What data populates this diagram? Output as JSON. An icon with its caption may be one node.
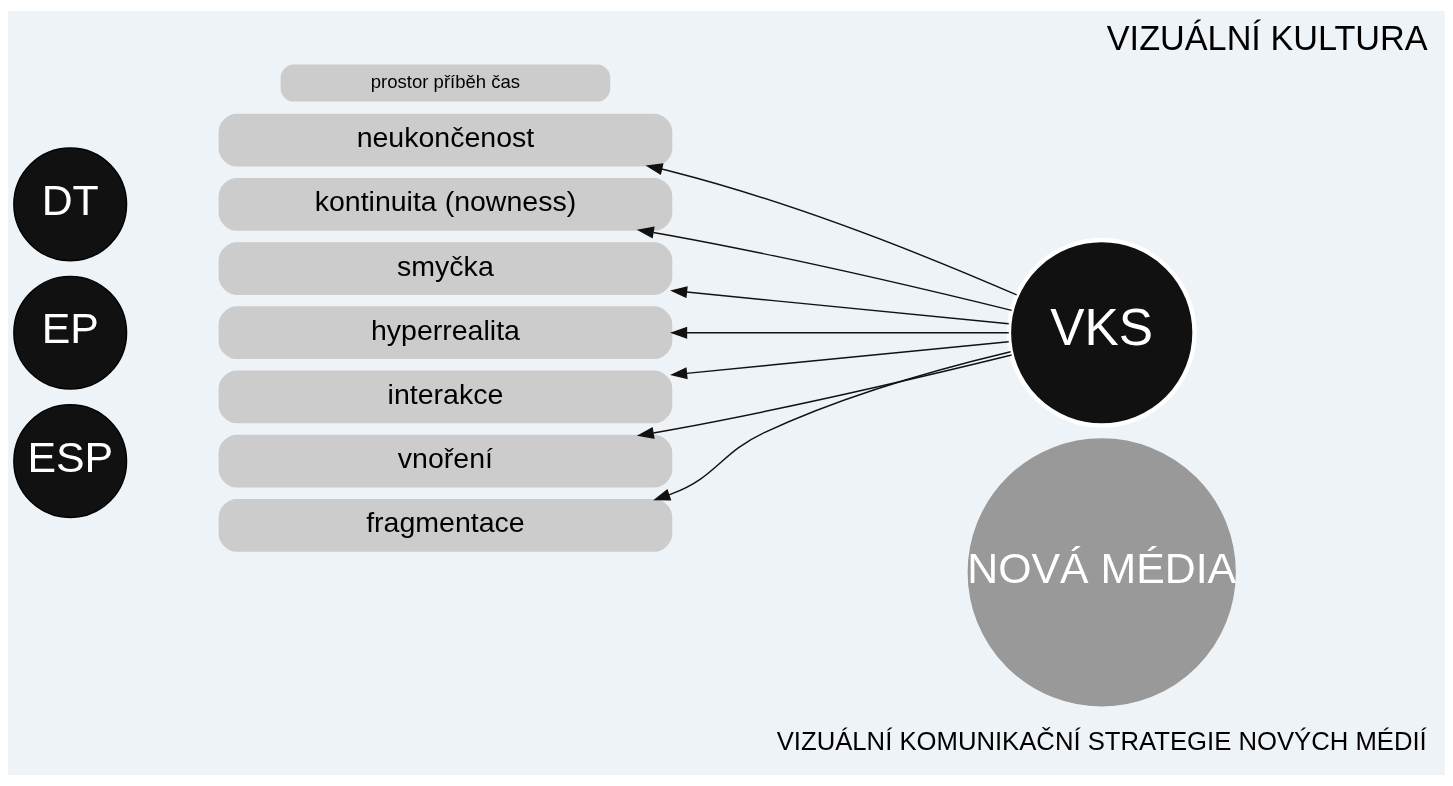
{
  "diagram": {
    "title": "VIZUÁLNÍ KULTURA",
    "caption": "VIZUÁLNÍ KOMUNIKAČNÍ STRATEGIE NOVÝCH MÉDIÍ",
    "nodes": [
      {
        "text": [
          "DT"
        ]
      },
      {
        "text": [
          "EP"
        ]
      },
      {
        "text": [
          "ESP"
        ]
      },
      {
        "text": [
          "prostor příběh čas"
        ]
      },
      {
        "text": [
          "neukončenost"
        ]
      },
      {
        "text": [
          "kontinuita (nowness)"
        ]
      },
      {
        "text": [
          "smyčka"
        ]
      },
      {
        "text": [
          "hyperrealita"
        ]
      },
      {
        "text": [
          "interakce"
        ]
      },
      {
        "text": [
          "vnoření"
        ]
      },
      {
        "text": [
          "fragmentace"
        ]
      },
      {
        "text": [
          "VKS"
        ]
      },
      {
        "text": [
          "NOVÁ MÉDIA"
        ]
      }
    ],
    "edges": [
      {
        "from": 11,
        "to": 4,
        "arrow": "to"
      },
      {
        "from": 11,
        "to": 5,
        "arrow": "to"
      },
      {
        "from": 11,
        "to": 6,
        "arrow": "to"
      },
      {
        "from": 11,
        "to": 7,
        "arrow": "to"
      },
      {
        "from": 11,
        "to": 8,
        "arrow": "to"
      },
      {
        "from": 11,
        "to": 9,
        "arrow": "to"
      },
      {
        "from": 11,
        "to": 10,
        "arrow": "to"
      }
    ]
  }
}
